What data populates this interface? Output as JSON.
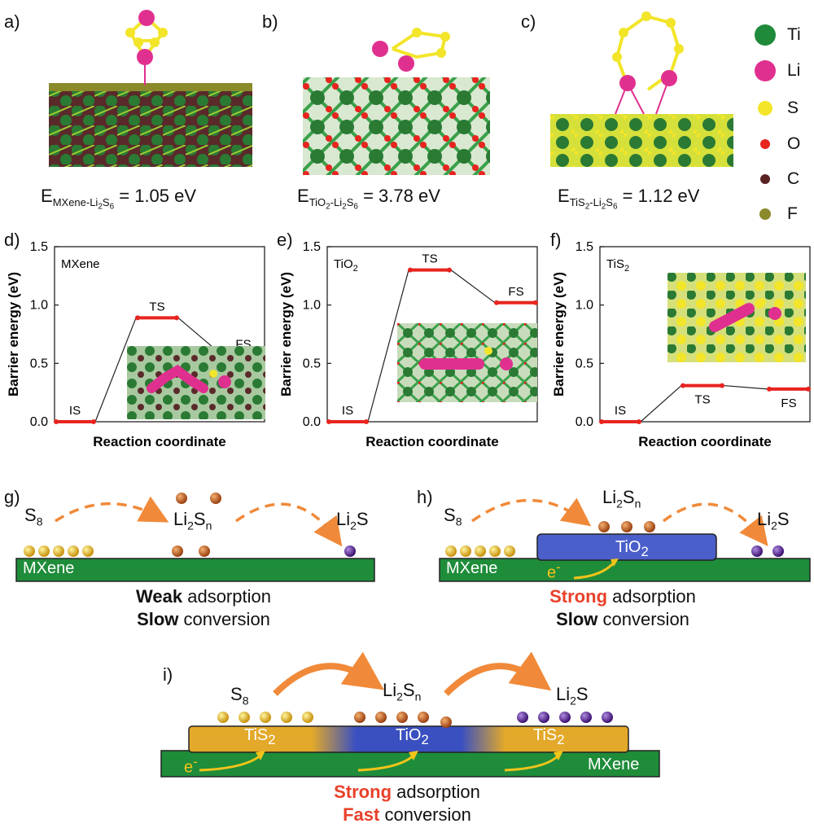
{
  "panels": {
    "a": {
      "label": "a)",
      "energy_sub": "MXene-Li",
      "energy_val": "= 1.05 eV"
    },
    "b": {
      "label": "b)",
      "energy_sub": "TiO",
      "energy_val": "= 3.78 eV"
    },
    "c": {
      "label": "c)",
      "energy_sub": "TiS",
      "energy_val": "= 1.12 eV"
    },
    "d": {
      "label": "d)",
      "material": "MXene"
    },
    "e": {
      "label": "e)",
      "material": "TiO",
      "material_sub": "2"
    },
    "f": {
      "label": "f)",
      "material": "TiS",
      "material_sub": "2"
    },
    "g": {
      "label": "g)"
    },
    "h": {
      "label": "h)"
    },
    "i": {
      "label": "i)"
    }
  },
  "legend": [
    {
      "name": "Ti",
      "color": "#1e8a3a"
    },
    {
      "name": "Li",
      "color": "#e0308f"
    },
    {
      "name": "S",
      "color": "#f2e52a"
    },
    {
      "name": "O",
      "color": "#e8241f"
    },
    {
      "name": "C",
      "color": "#5a2323"
    },
    {
      "name": "F",
      "color": "#8a8a2a"
    }
  ],
  "axis": {
    "ylabel": "Barrier energy (eV)",
    "xlabel": "Reaction coordinate",
    "ticks": [
      "0.0",
      "0.5",
      "1.0",
      "1.5"
    ]
  },
  "states": {
    "is": "IS",
    "ts": "TS",
    "fs": "FS"
  },
  "chart_data": [
    {
      "type": "line",
      "title": "MXene",
      "xlabel": "Reaction coordinate",
      "ylabel": "Barrier energy (eV)",
      "ylim": [
        0,
        1.5
      ],
      "categories": [
        "IS",
        "TS",
        "FS"
      ],
      "values": [
        0.0,
        0.89,
        0.57
      ]
    },
    {
      "type": "line",
      "title": "TiO2",
      "xlabel": "Reaction coordinate",
      "ylabel": "Barrier energy (eV)",
      "ylim": [
        0,
        1.5
      ],
      "categories": [
        "IS",
        "TS",
        "FS"
      ],
      "values": [
        0.0,
        1.3,
        1.02
      ]
    },
    {
      "type": "line",
      "title": "TiS2",
      "xlabel": "Reaction coordinate",
      "ylabel": "Barrier energy (eV)",
      "ylim": [
        0,
        1.5
      ],
      "categories": [
        "IS",
        "TS",
        "FS"
      ],
      "values": [
        0.0,
        0.31,
        0.28
      ]
    }
  ],
  "schematic": {
    "s8": "S",
    "s8_sub": "8",
    "li2sn_a": "Li",
    "li2sn_b": "S",
    "li2sn_sub1": "2",
    "li2sn_sub2": "n",
    "li2s_a": "Li",
    "li2s_b": "S",
    "li2s_sub": "2",
    "mxene": "MXene",
    "tio2": "TiO",
    "tio2_sub": "2",
    "tis2": "TiS",
    "tis2_sub": "2",
    "electron": "e",
    "electron_sup": "-",
    "g_line1_bold": "Weak",
    "g_line1_rest": " adsorption",
    "g_line2_bold": "Slow",
    "g_line2_rest": " conversion",
    "h_line1_bold": "Strong",
    "h_line1_rest": " adsorption",
    "h_line2_bold": "Slow",
    "h_line2_rest": " conversion",
    "i_line1_bold": "Strong",
    "i_line1_rest": " adsorption",
    "i_line2_bold": "Fast",
    "i_line2_rest": " conversion"
  },
  "colors": {
    "mxene": "#1f8c3a",
    "tio2": "#4a5fc9",
    "tis2": "#e3a92a",
    "s8": "#e8b41a",
    "li2sn": "#c8601a",
    "li2s": "#5a2a9a",
    "arrow": "#f08a3a",
    "barrier": "#e8241f"
  }
}
